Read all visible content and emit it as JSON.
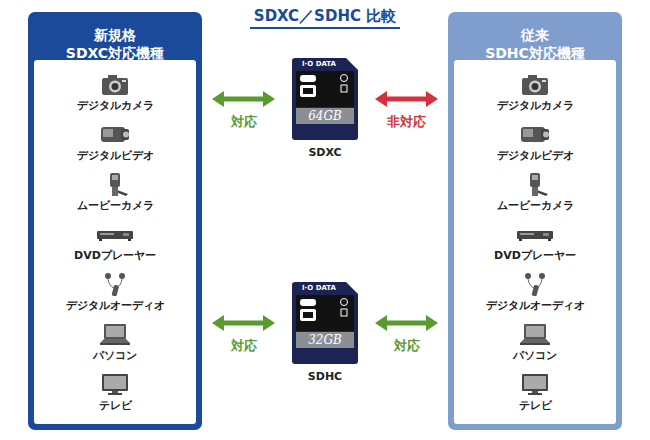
{
  "diagram": {
    "title": "SDXC／SDHC 比較",
    "nodes": [
      {
        "text": [
          "新規格 SDXC対応機種"
        ]
      },
      {
        "text": [
          "デジタルカメラ"
        ],
        "in": 0
      },
      {
        "text": [
          "デジタルビデオ"
        ],
        "in": 0
      },
      {
        "text": [
          "ムービーカメラ"
        ],
        "in": 0
      },
      {
        "text": [
          "DVDプレーヤー"
        ],
        "in": 0
      },
      {
        "text": [
          "デジタルオーディオ"
        ],
        "in": 0
      },
      {
        "text": [
          "パソコン"
        ],
        "in": 0
      },
      {
        "text": [
          "テレビ"
        ],
        "in": 0
      },
      {
        "text": [
          "I·O DATA",
          "64GB",
          "SDXC"
        ]
      },
      {
        "text": [
          "I·O DATA",
          "32GB",
          "SDHC"
        ]
      },
      {
        "text": [
          "従来 SDHC対応機種"
        ]
      },
      {
        "text": [
          "デジタルカメラ"
        ],
        "in": 10
      },
      {
        "text": [
          "デジタルビデオ"
        ],
        "in": 10
      },
      {
        "text": [
          "ムービーカメラ"
        ],
        "in": 10
      },
      {
        "text": [
          "DVDプレーヤー"
        ],
        "in": 10
      },
      {
        "text": [
          "デジタルオーディオ"
        ],
        "in": 10
      },
      {
        "text": [
          "パソコン"
        ],
        "in": 10
      },
      {
        "text": [
          "テレビ"
        ],
        "in": 10
      }
    ],
    "edges": [
      {
        "from": 0,
        "to": 8,
        "label": "対応",
        "arrow": "both"
      },
      {
        "from": 8,
        "to": 10,
        "label": "非対応",
        "arrow": "both"
      },
      {
        "from": 0,
        "to": 9,
        "label": "対応",
        "arrow": "both"
      },
      {
        "from": 9,
        "to": 10,
        "label": "対応",
        "arrow": "both"
      }
    ]
  }
}
